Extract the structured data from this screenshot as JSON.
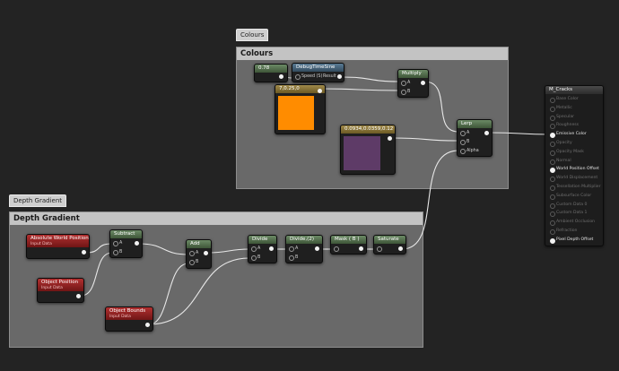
{
  "comments": {
    "colours": {
      "tab": "Colours",
      "title": "Colours"
    },
    "depth": {
      "tab": "Depth Gradient",
      "title": "Depth Gradient"
    }
  },
  "nodes": {
    "const_078": {
      "label": "0.78"
    },
    "debug_time_sine": {
      "title": "DebugTimeSine",
      "in_pin": "Speed (S)",
      "out_pin": "Result"
    },
    "multiply_top": {
      "title": "Multiply",
      "pin_a": "A",
      "pin_b": "B"
    },
    "orange_vec": {
      "title": "7,0.25,0",
      "color": "#ff8c00"
    },
    "purple_vec": {
      "title": "0.0934,0.0359,0.12",
      "color": "#5e3b67"
    },
    "lerp": {
      "title": "Lerp",
      "pin_a": "A",
      "pin_b": "B",
      "pin_alpha": "Alpha"
    },
    "abs_world_pos": {
      "title": "Absolute World Position",
      "subtitle": "Input Data"
    },
    "object_position": {
      "title": "Object Position",
      "subtitle": "Input Data"
    },
    "object_bounds": {
      "title": "Object Bounds",
      "subtitle": "Input Data"
    },
    "subtract": {
      "title": "Subtract",
      "pin_a": "A",
      "pin_b": "B"
    },
    "add": {
      "title": "Add",
      "pin_a": "A",
      "pin_b": "B"
    },
    "divide1": {
      "title": "Divide",
      "pin_a": "A",
      "pin_b": "B"
    },
    "divide2": {
      "title": "Divide,(2)",
      "pin_a": "A",
      "pin_b": "B"
    },
    "mask": {
      "title": "Mask ( B )"
    },
    "saturate": {
      "title": "Saturate"
    }
  },
  "material": {
    "title": "M_Cracks",
    "pins": [
      {
        "label": "Base Color",
        "active": false
      },
      {
        "label": "Metallic",
        "active": false
      },
      {
        "label": "Specular",
        "active": false
      },
      {
        "label": "Roughness",
        "active": false
      },
      {
        "label": "Emissive Color",
        "active": true
      },
      {
        "label": "Opacity",
        "active": false
      },
      {
        "label": "Opacity Mask",
        "active": false
      },
      {
        "label": "Normal",
        "active": false
      },
      {
        "label": "World Position Offset",
        "active": true
      },
      {
        "label": "World Displacement",
        "active": false
      },
      {
        "label": "Tessellation Multiplier",
        "active": false
      },
      {
        "label": "Subsurface Color",
        "active": false
      },
      {
        "label": "Custom Data 0",
        "active": false
      },
      {
        "label": "Custom Data 1",
        "active": false
      },
      {
        "label": "Ambient Occlusion",
        "active": false
      },
      {
        "label": "Refraction",
        "active": false
      },
      {
        "label": "Pixel Depth Offset",
        "active": true
      }
    ]
  }
}
